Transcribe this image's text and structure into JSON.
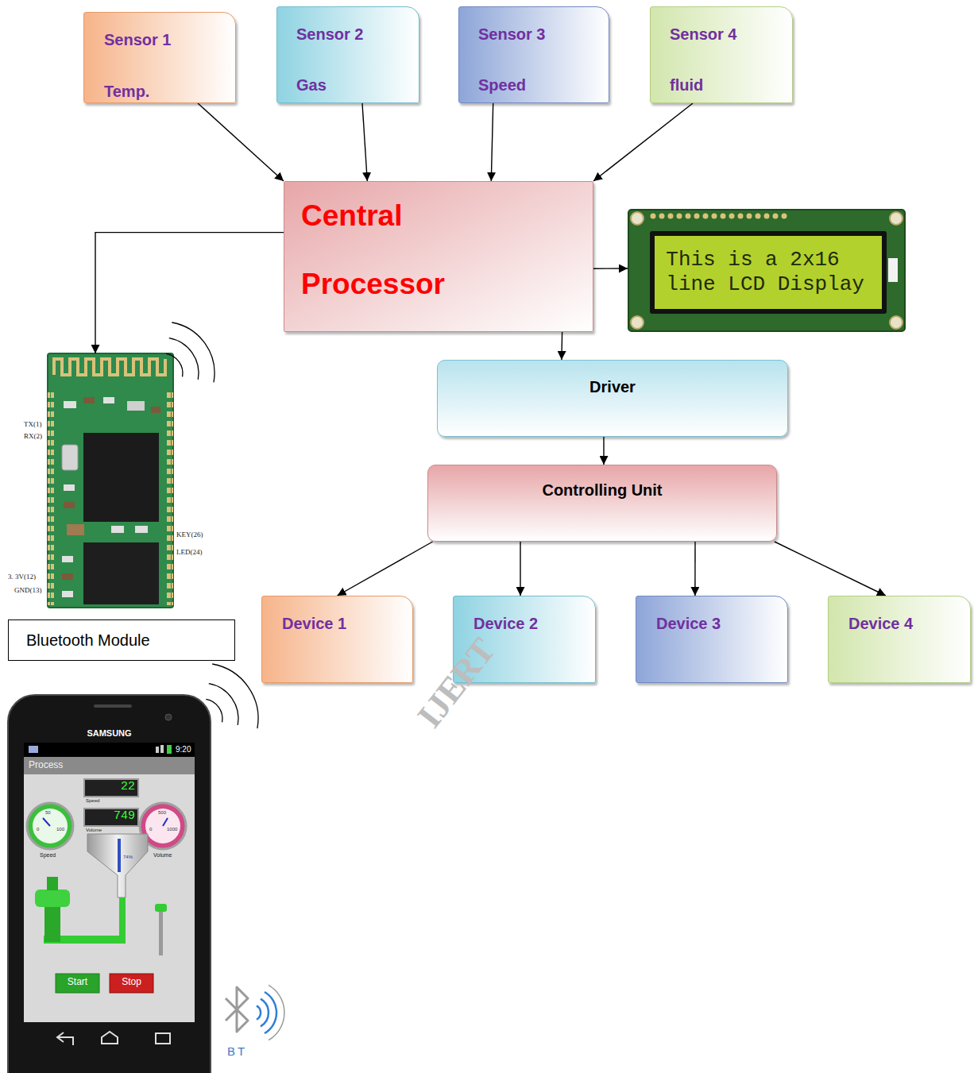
{
  "diagram": {
    "nodes": [
      {
        "text": [
          "Sensor 1",
          "Temp."
        ]
      },
      {
        "text": [
          "Sensor 2",
          "Gas"
        ]
      },
      {
        "text": [
          "Sensor 3",
          "Speed"
        ]
      },
      {
        "text": [
          "Sensor 4",
          "fluid"
        ]
      },
      {
        "text": [
          "Central Processor"
        ]
      },
      {
        "text": [
          "This is a 2x16 line LCD Display"
        ]
      },
      {
        "text": [
          "Bluetooth Module"
        ]
      },
      {
        "text": [
          "Driver"
        ]
      },
      {
        "text": [
          "Controlling Unit"
        ]
      },
      {
        "text": [
          "Device 1"
        ]
      },
      {
        "text": [
          "Device 2"
        ]
      },
      {
        "text": [
          "Device 3"
        ]
      },
      {
        "text": [
          "Device 4"
        ]
      }
    ],
    "edges": [
      {
        "from": 0,
        "to": 4,
        "arrow": "to"
      },
      {
        "from": 1,
        "to": 4,
        "arrow": "to"
      },
      {
        "from": 2,
        "to": 4,
        "arrow": "to"
      },
      {
        "from": 3,
        "to": 4,
        "arrow": "to"
      },
      {
        "from": 4,
        "to": 6,
        "arrow": "to"
      },
      {
        "from": 4,
        "to": 5,
        "arrow": "to"
      },
      {
        "from": 4,
        "to": 7,
        "arrow": "to"
      },
      {
        "from": 7,
        "to": 8,
        "arrow": "to"
      },
      {
        "from": 8,
        "to": 9,
        "arrow": "to"
      },
      {
        "from": 8,
        "to": 10,
        "arrow": "to"
      },
      {
        "from": 8,
        "to": 11,
        "arrow": "to"
      },
      {
        "from": 8,
        "to": 12,
        "arrow": "to"
      }
    ],
    "labels": [
      "TX(1)",
      "RX(2)",
      "KEY(26)",
      "LED(24)",
      "3. 3V(12)",
      "GND(13)",
      "SAMSUNG",
      "9:20",
      "Process",
      "22",
      "Speed",
      "749",
      "Volume",
      "50",
      "0",
      "100",
      "Speed",
      "500",
      "0",
      "1000",
      "Volume",
      "74%",
      "Start",
      "Stop",
      "BT",
      "IJERT"
    ]
  }
}
